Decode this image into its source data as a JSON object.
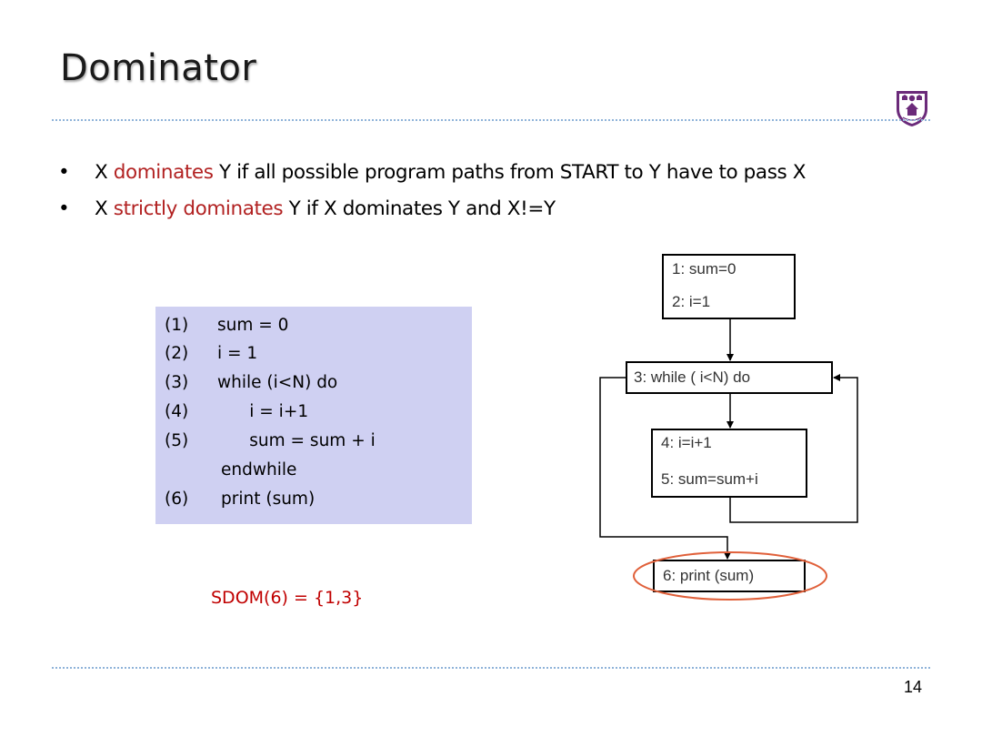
{
  "slide": {
    "title": "Dominator",
    "page_number": "14"
  },
  "bullets": [
    {
      "pre": "X ",
      "highlight": "dominates",
      "post": " Y if all possible program paths from START to Y have to pass X"
    },
    {
      "pre": "X ",
      "highlight": "strictly dominates",
      "post": " Y if X dominates Y and X!=Y"
    }
  ],
  "code": [
    {
      "num": "(1)",
      "text": "sum = 0"
    },
    {
      "num": "(2)",
      "text": "i = 1"
    },
    {
      "num": "(3)",
      "text": "while (i<N) do"
    },
    {
      "num": "(4)",
      "text": "      i = i+1"
    },
    {
      "num": "(5)",
      "text": "      sum = sum + i"
    },
    {
      "num": "",
      "text": "endwhile"
    },
    {
      "num": "(6)",
      "text": "print (sum)"
    }
  ],
  "sdom_text": "SDOM(6) = {1,3}",
  "cfg": {
    "node_1": "1:  sum=0",
    "node_2": "2:  i=1",
    "node_3": "3:  while ( i<N) do",
    "node_4": "4:  i=i+1",
    "node_5": "5:  sum=sum+i",
    "node_6": "6:  print (sum)"
  },
  "colors": {
    "highlight": "#b22222",
    "code_background": "#cfd0f2",
    "sdom": "#c00000",
    "circle": "#e0603a",
    "rule": "#8fb3d9"
  },
  "logo": {
    "icon": "university-crest-icon"
  }
}
